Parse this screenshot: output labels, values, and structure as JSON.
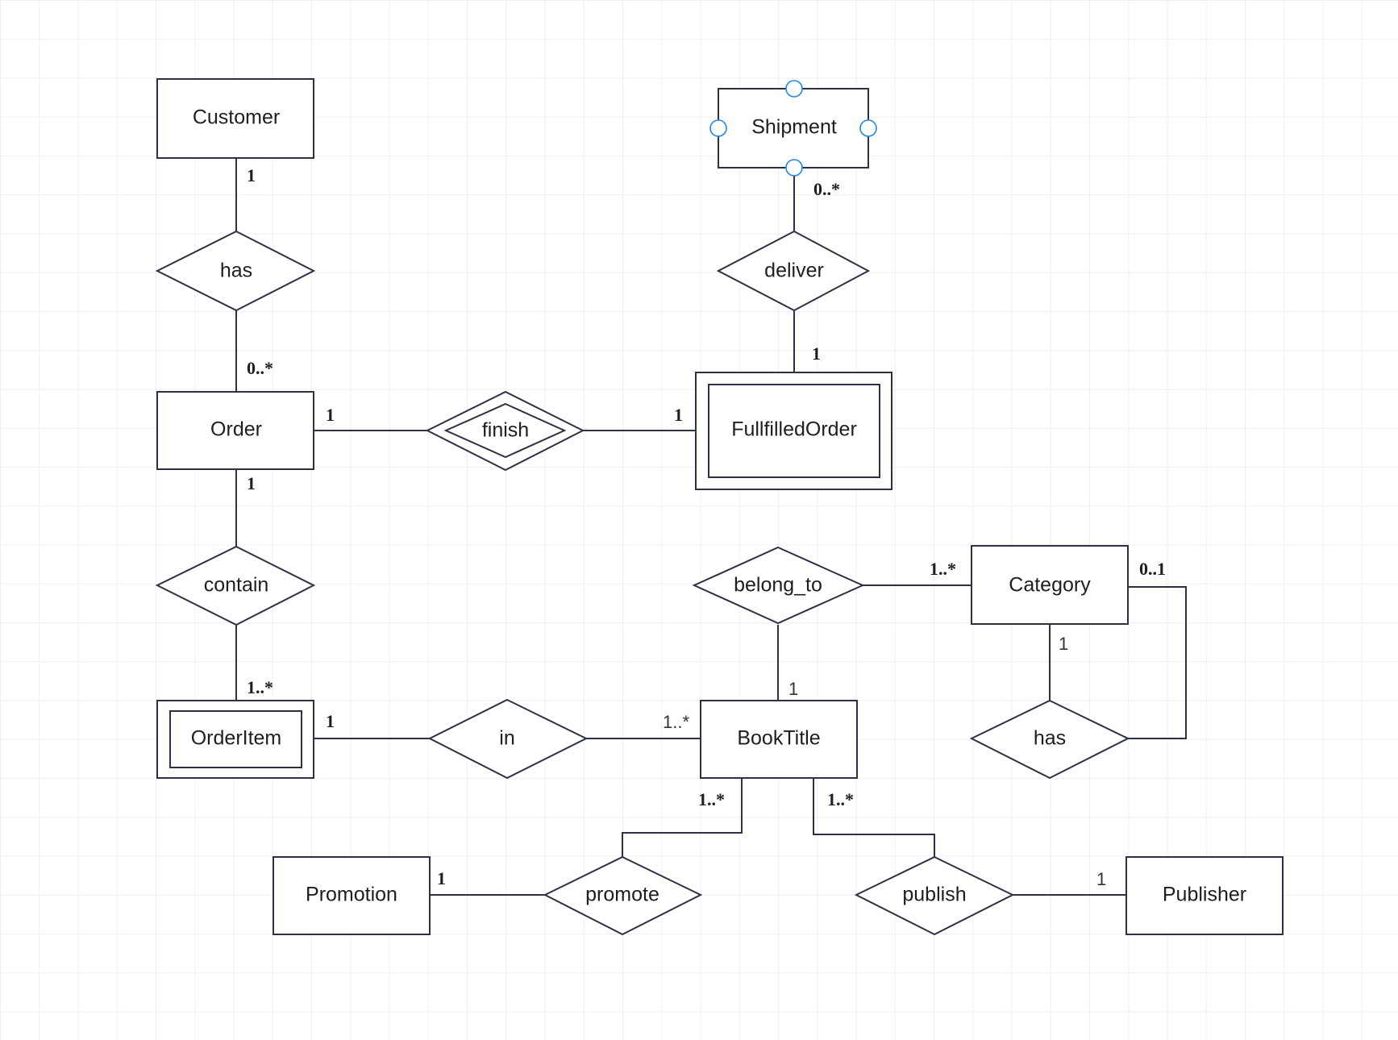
{
  "entities": {
    "customer": "Customer",
    "shipment": "Shipment",
    "order": "Order",
    "fulfilled_order": "FullfilledOrder",
    "order_item": "OrderItem",
    "category": "Category",
    "book_title": "BookTitle",
    "promotion": "Promotion",
    "publisher": "Publisher"
  },
  "relationships": {
    "has_customer_order": "has",
    "deliver": "deliver",
    "finish": "finish",
    "contain": "contain",
    "belong_to": "belong_to",
    "in": "in",
    "has_category": "has",
    "promote": "promote",
    "publish": "publish"
  },
  "cardinalities": {
    "customer_has": "1",
    "order_has": "0..*",
    "shipment_deliver": "0..*",
    "fulfilled_deliver": "1",
    "order_finish": "1",
    "fulfilled_finish": "1",
    "order_contain": "1",
    "orderitem_contain": "1..*",
    "orderitem_in": "1",
    "booktitle_in": "1..*",
    "category_belong": "1..*",
    "booktitle_belong": "1",
    "category_self_top": "0..1",
    "category_self_bottom": "1",
    "booktitle_promote": "1..*",
    "booktitle_publish": "1..*",
    "promotion_promote": "1",
    "publisher_publish": "1"
  },
  "colors": {
    "stroke": "#2e3145",
    "grid": "#e3e3e3",
    "selection_handle": "#1e88e5"
  }
}
